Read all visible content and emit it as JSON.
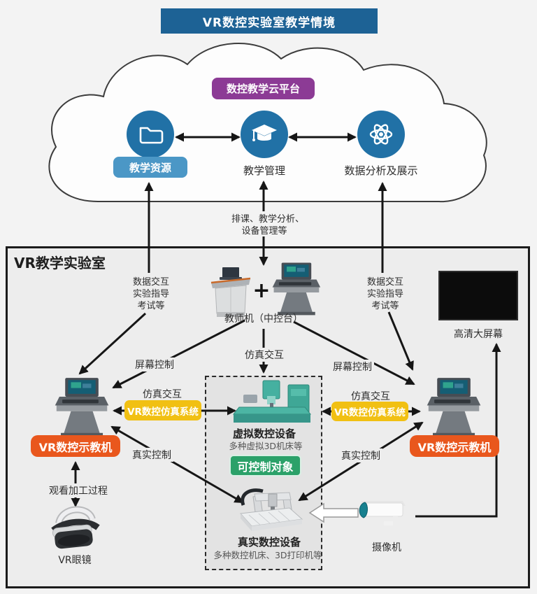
{
  "page": {
    "title": "VR数控实验室教学情境"
  },
  "colors": {
    "title_bar_blue": "#1d6295",
    "platform_purple": "#8c3b95",
    "node_blue": "#2171a6",
    "resource_blue": "#4b97c6",
    "sim_yellow": "#f1c013",
    "station_orange": "#e9571d",
    "control_green": "#2ba169"
  },
  "cloud": {
    "platform_label": "数控教学云平台",
    "nodes": [
      {
        "icon": "folder-icon",
        "label": "教学资源"
      },
      {
        "icon": "graduation-cap-icon",
        "label": "教学管理"
      },
      {
        "icon": "atom-icon",
        "label": "数据分析及展示"
      }
    ],
    "to_lab_note": {
      "line1": "排课、教学分析、",
      "line2": "设备管理等"
    }
  },
  "lab": {
    "title": "VR教学实验室",
    "left_note": [
      "数据交互",
      "实验指导",
      "考试等"
    ],
    "right_note": [
      "数据交互",
      "实验指导",
      "考试等"
    ],
    "teacher_station": {
      "label": "教师机（中控台）",
      "plus": "+"
    },
    "big_screen_label": "高清大屏幕",
    "labels": {
      "screen_control_left": "屏幕控制",
      "screen_control_right": "屏幕控制",
      "sim_interact_center": "仿真交互",
      "sim_interact_left": "仿真交互",
      "sim_interact_right": "仿真交互",
      "real_control_left": "真实控制",
      "real_control_right": "真实控制",
      "watch_process": "观看加工过程"
    },
    "sim_system_left": "VR数控仿真系统",
    "sim_system_right": "VR数控仿真系统",
    "workstation_left": "VR数控示教机",
    "workstation_right": "VR数控示教机",
    "virtual_device": {
      "title": "虚拟数控设备",
      "subtitle": "多种虚拟3D机床等"
    },
    "controllable": "可控制对象",
    "real_device": {
      "title": "真实数控设备",
      "subtitle": "多种数控机床、3D打印机等"
    },
    "vr_glasses_label": "VR眼镜",
    "camera_label": "摄像机"
  }
}
